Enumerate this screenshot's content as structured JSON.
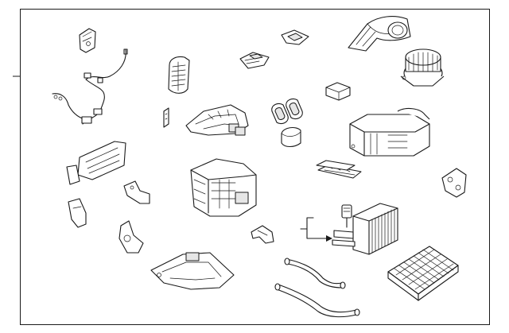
{
  "diagram": {
    "type": "exploded-parts-diagram",
    "labels": [],
    "parts": [
      "heater-core-cover",
      "wiring-harness",
      "vent-grille",
      "mode-door-link",
      "air-deflector-small",
      "actuator-gasket",
      "duct-seal-pair",
      "blower-case-cover",
      "blower-motor",
      "resistor",
      "foam-cap",
      "hvac-air-duct",
      "evaporator-case",
      "bracket-left",
      "heater-case",
      "seal-strips",
      "mounting-bracket",
      "expansion-valve",
      "evaporator-core",
      "floor-duct-bracket",
      "actuator-motor",
      "drain-hose-elbow",
      "cabin-air-filter",
      "lower-case",
      "drain-hose",
      "heater-hose"
    ]
  }
}
